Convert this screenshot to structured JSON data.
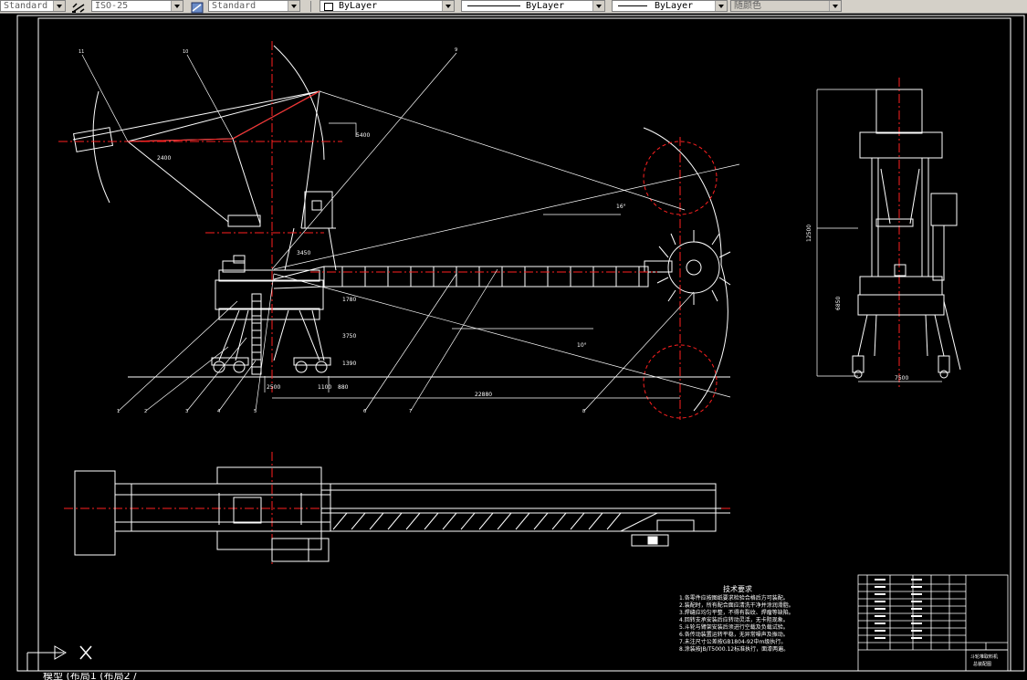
{
  "toolbar": {
    "textstyle": "Standard",
    "dimstyle": "ISO-25",
    "tablestyle": "Standard",
    "layer_color": "ByLayer",
    "linetype": "ByLayer",
    "lineweight": "ByLayer",
    "plotstyle": "随颜色"
  },
  "tabs": {
    "label": "模型 (布局1 (布局2 /"
  },
  "drawing": {
    "tech_title": "技术要求",
    "tech_lines": [
      "1.各零件应按图纸要求检验合格后方可装配。",
      "2.装配时，所有配合面应清洗干净并涂润滑脂。",
      "3.焊缝应均匀平整，不得有裂纹、焊瘤等缺陷。",
      "4.回转支承安装后应转动灵活，无卡阻现象。",
      "5.斗轮与臂架安装后须进行空载及负载试验。",
      "6.各传动装置运转平稳，无异常噪声及振动。",
      "7.未注尺寸公差按GB1804-92中m级执行。",
      "8.涂装按JB/T5000.12标准执行，面漆两遍。"
    ],
    "title_block_name": "斗轮堆取料机",
    "title_block_sub": "总装配图",
    "dims": {
      "overall_length": "22880",
      "height_right": "12500",
      "height_right2": "6850",
      "base_width": "7500",
      "dim_a": "3450",
      "dim_b": "2500",
      "dim_c": "1100",
      "dim_d": "880",
      "dim_e": "1780",
      "dim_f": "3750",
      "dim_g": "1390",
      "angle_up": "16°",
      "angle_down": "10°",
      "boom_top": "5400",
      "front_w": "2400"
    },
    "balloons": [
      "11",
      "10",
      "9",
      "1",
      "2",
      "3",
      "4",
      "5",
      "6",
      "7",
      "8"
    ]
  }
}
